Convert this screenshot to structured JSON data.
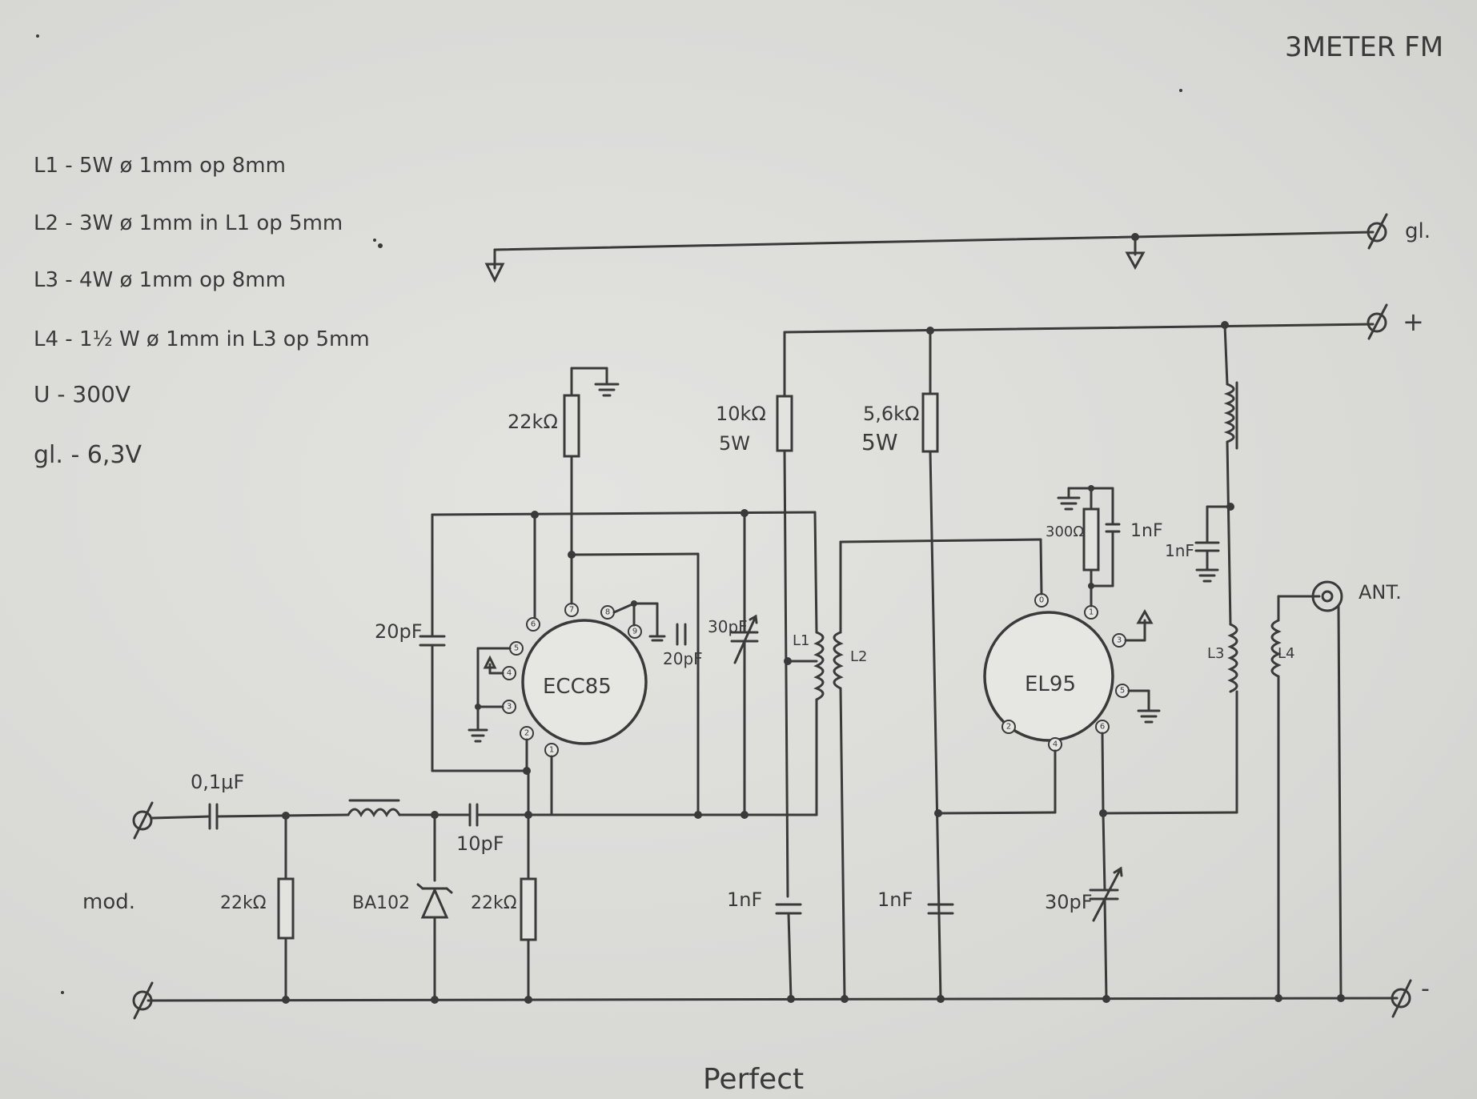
{
  "title": "3METER FM",
  "notes": [
    "L1 - 5W ø 1mm op 8mm",
    "L2 - 3W ø 1mm in L1 op 5mm",
    "L3 - 4W ø 1mm op 8mm",
    "L4 - 1½ W ø 1mm in L3 op 5mm",
    "U - 300V",
    "gl. - 6,3V"
  ],
  "terminals": {
    "gl": "gl.",
    "plus": "+",
    "minus": "-",
    "mod": "mod.",
    "ant": "ANT."
  },
  "tubes": {
    "ecc85": "ECC85",
    "el95": "EL95"
  },
  "components": {
    "r_ecc_top": "22kΩ",
    "r_10k": "10kΩ",
    "r_10k_w": "5W",
    "r_5k6": "5,6kΩ",
    "r_5k6_w": "5W",
    "r_300": "300Ω",
    "c_el95_1": "1nF",
    "c_l3": "1nF",
    "c_20p_left": "20pF",
    "c_20p_mid": "20pF",
    "c_30p_trim": "30pF",
    "c_in": "0,1μF",
    "r_in": "22kΩ",
    "diode": "BA102",
    "c_10p": "10pF",
    "r_grid": "22kΩ",
    "c_1n_a": "1nF",
    "c_1n_b": "1nF",
    "c_30p_out": "30pF"
  },
  "coils": {
    "l1": "L1",
    "l2": "L2",
    "l3": "L3",
    "l4": "L4"
  },
  "signature": "Perfect"
}
